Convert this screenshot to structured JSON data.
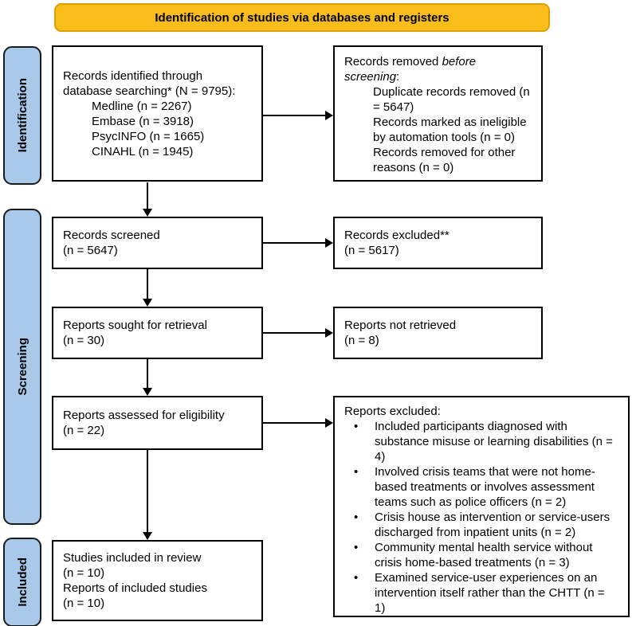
{
  "banner": {
    "title": "Identification of studies via databases and registers"
  },
  "sidebar": {
    "identification": "Identification",
    "screening": "Screening",
    "included": "Included"
  },
  "boxes": {
    "records_identified": {
      "heading": "Records identified through database searching* (N = 9795):",
      "items": [
        "Medline (n = 2267)",
        "Embase (n = 3918)",
        "PsycINFO (n = 1665)",
        "CINAHL (n = 1945)"
      ]
    },
    "records_removed": {
      "heading_prefix": "Records removed ",
      "heading_italic": "before screening",
      "heading_suffix": ":",
      "items": [
        "Duplicate records removed (n = 5647)",
        "Records marked as ineligible by automation tools (n = 0)",
        "Records removed for other reasons (n = 0)"
      ]
    },
    "records_screened": {
      "lines": [
        "Records screened",
        "(n = 5647)"
      ]
    },
    "records_excluded": {
      "lines": [
        "Records excluded**",
        "(n = 5617)"
      ]
    },
    "reports_sought": {
      "lines": [
        "Reports sought for retrieval",
        "(n = 30)"
      ]
    },
    "reports_not_retrieved": {
      "lines": [
        "Reports not retrieved",
        "(n = 8)"
      ]
    },
    "reports_assessed": {
      "lines": [
        "Reports assessed for eligibility",
        "(n = 22)"
      ]
    },
    "reports_excluded": {
      "title": "Reports excluded:",
      "bullet_glyph": "•",
      "bullets": [
        "Included participants diagnosed with substance misuse or learning disabilities (n = 4)",
        "Involved crisis teams that were not home-based treatments or involves assessment teams such as police officers (n = 2)",
        "Crisis house as intervention or service-users discharged from inpatient units (n = 2)",
        "Community mental health service without crisis home-based treatments (n = 3)",
        "Examined service-user experiences on an intervention itself rather than the CHTT (n = 1)"
      ]
    },
    "studies_included": {
      "lines": [
        "Studies included in review",
        "(n = 10)",
        "Reports of included studies",
        "(n = 10)"
      ]
    }
  },
  "colors": {
    "banner_fill": "#F8BD1A",
    "banner_border": "#DCA007",
    "stage_fill": "#A9C9EA",
    "line": "#000000"
  }
}
